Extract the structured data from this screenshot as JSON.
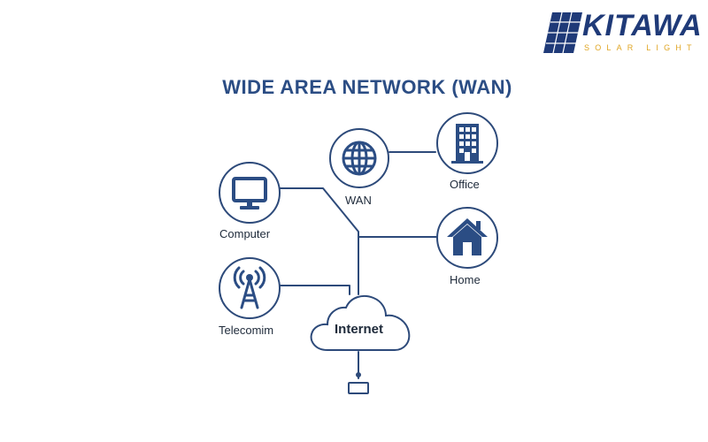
{
  "title": "WIDE AREA NETWORK (WAN)",
  "logo": {
    "brand": "KITAWA",
    "tagline": "SOLAR LIGHT"
  },
  "nodes": {
    "wan": "WAN",
    "office": "Office",
    "computer": "Computer",
    "home": "Home",
    "telecom": "Telecomim",
    "internet": "Internet"
  },
  "colors": {
    "primary": "#2b4d84",
    "logo_accent": "#e0a624",
    "line": "#2d4a7a"
  }
}
